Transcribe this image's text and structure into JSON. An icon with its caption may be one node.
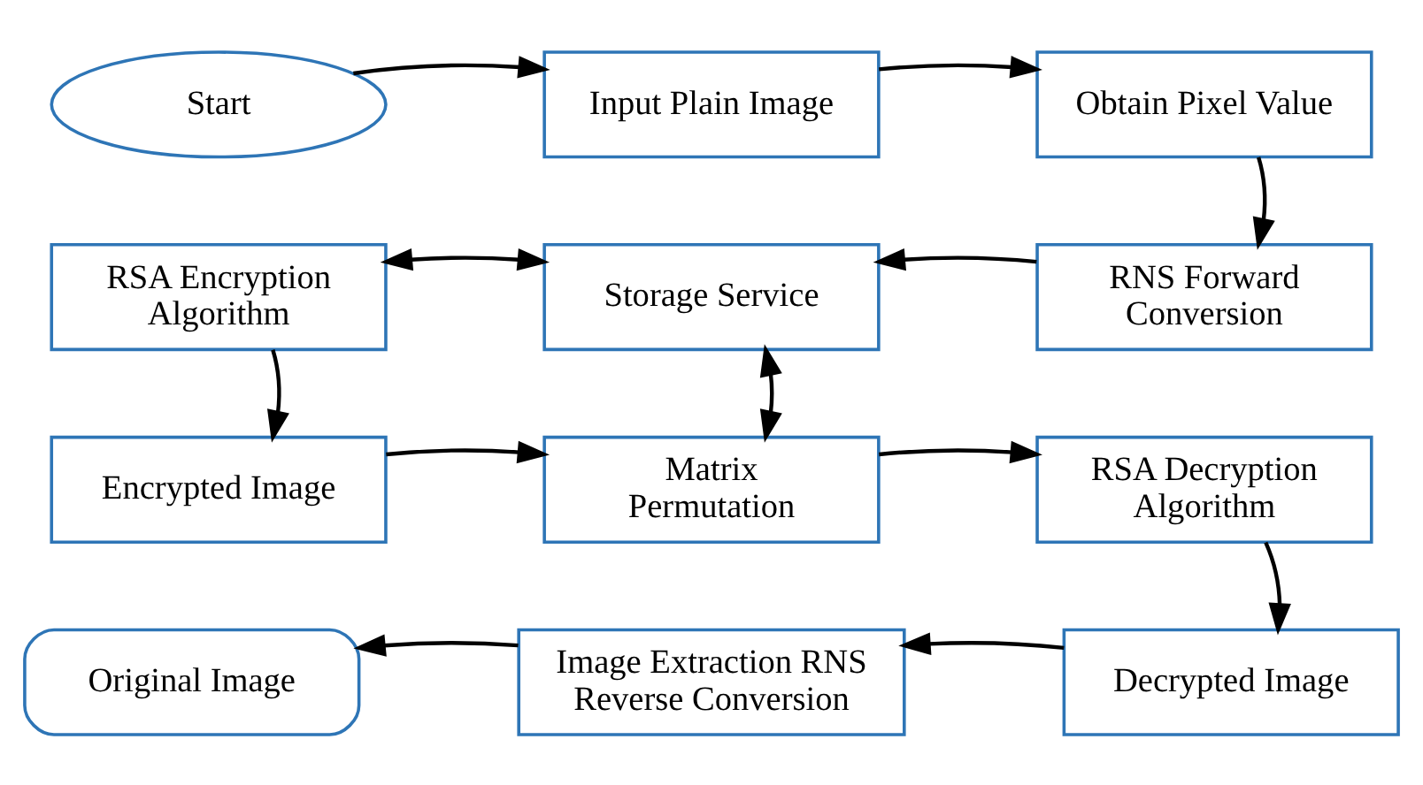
{
  "diagram": {
    "nodes": [
      {
        "text": [
          "Start"
        ]
      },
      {
        "text": [
          "Input Plain Image"
        ]
      },
      {
        "text": [
          "Obtain Pixel Value"
        ]
      },
      {
        "text": [
          "RNS Forward Conversion"
        ]
      },
      {
        "text": [
          "Storage Service"
        ]
      },
      {
        "text": [
          "RSA Encryption Algorithm"
        ]
      },
      {
        "text": [
          "Encrypted Image"
        ]
      },
      {
        "text": [
          "Matrix Permutation"
        ]
      },
      {
        "text": [
          "RSA Decryption Algorithm"
        ]
      },
      {
        "text": [
          "Decrypted Image"
        ]
      },
      {
        "text": [
          "Image Extraction RNS Reverse Conversion"
        ]
      },
      {
        "text": [
          "Original Image"
        ]
      }
    ],
    "edges": [
      {
        "from": 0,
        "to": 1,
        "arrow": "to"
      },
      {
        "from": 1,
        "to": 2,
        "arrow": "to"
      },
      {
        "from": 2,
        "to": 3,
        "arrow": "to"
      },
      {
        "from": 3,
        "to": 4,
        "arrow": "to"
      },
      {
        "from": 5,
        "to": 4,
        "arrow": "both"
      },
      {
        "from": 5,
        "to": 6,
        "arrow": "to"
      },
      {
        "from": 4,
        "to": 7,
        "arrow": "both"
      },
      {
        "from": 6,
        "to": 7,
        "arrow": "to"
      },
      {
        "from": 7,
        "to": 8,
        "arrow": "to"
      },
      {
        "from": 8,
        "to": 9,
        "arrow": "to"
      },
      {
        "from": 9,
        "to": 10,
        "arrow": "to"
      },
      {
        "from": 10,
        "to": 11,
        "arrow": "to"
      }
    ]
  }
}
